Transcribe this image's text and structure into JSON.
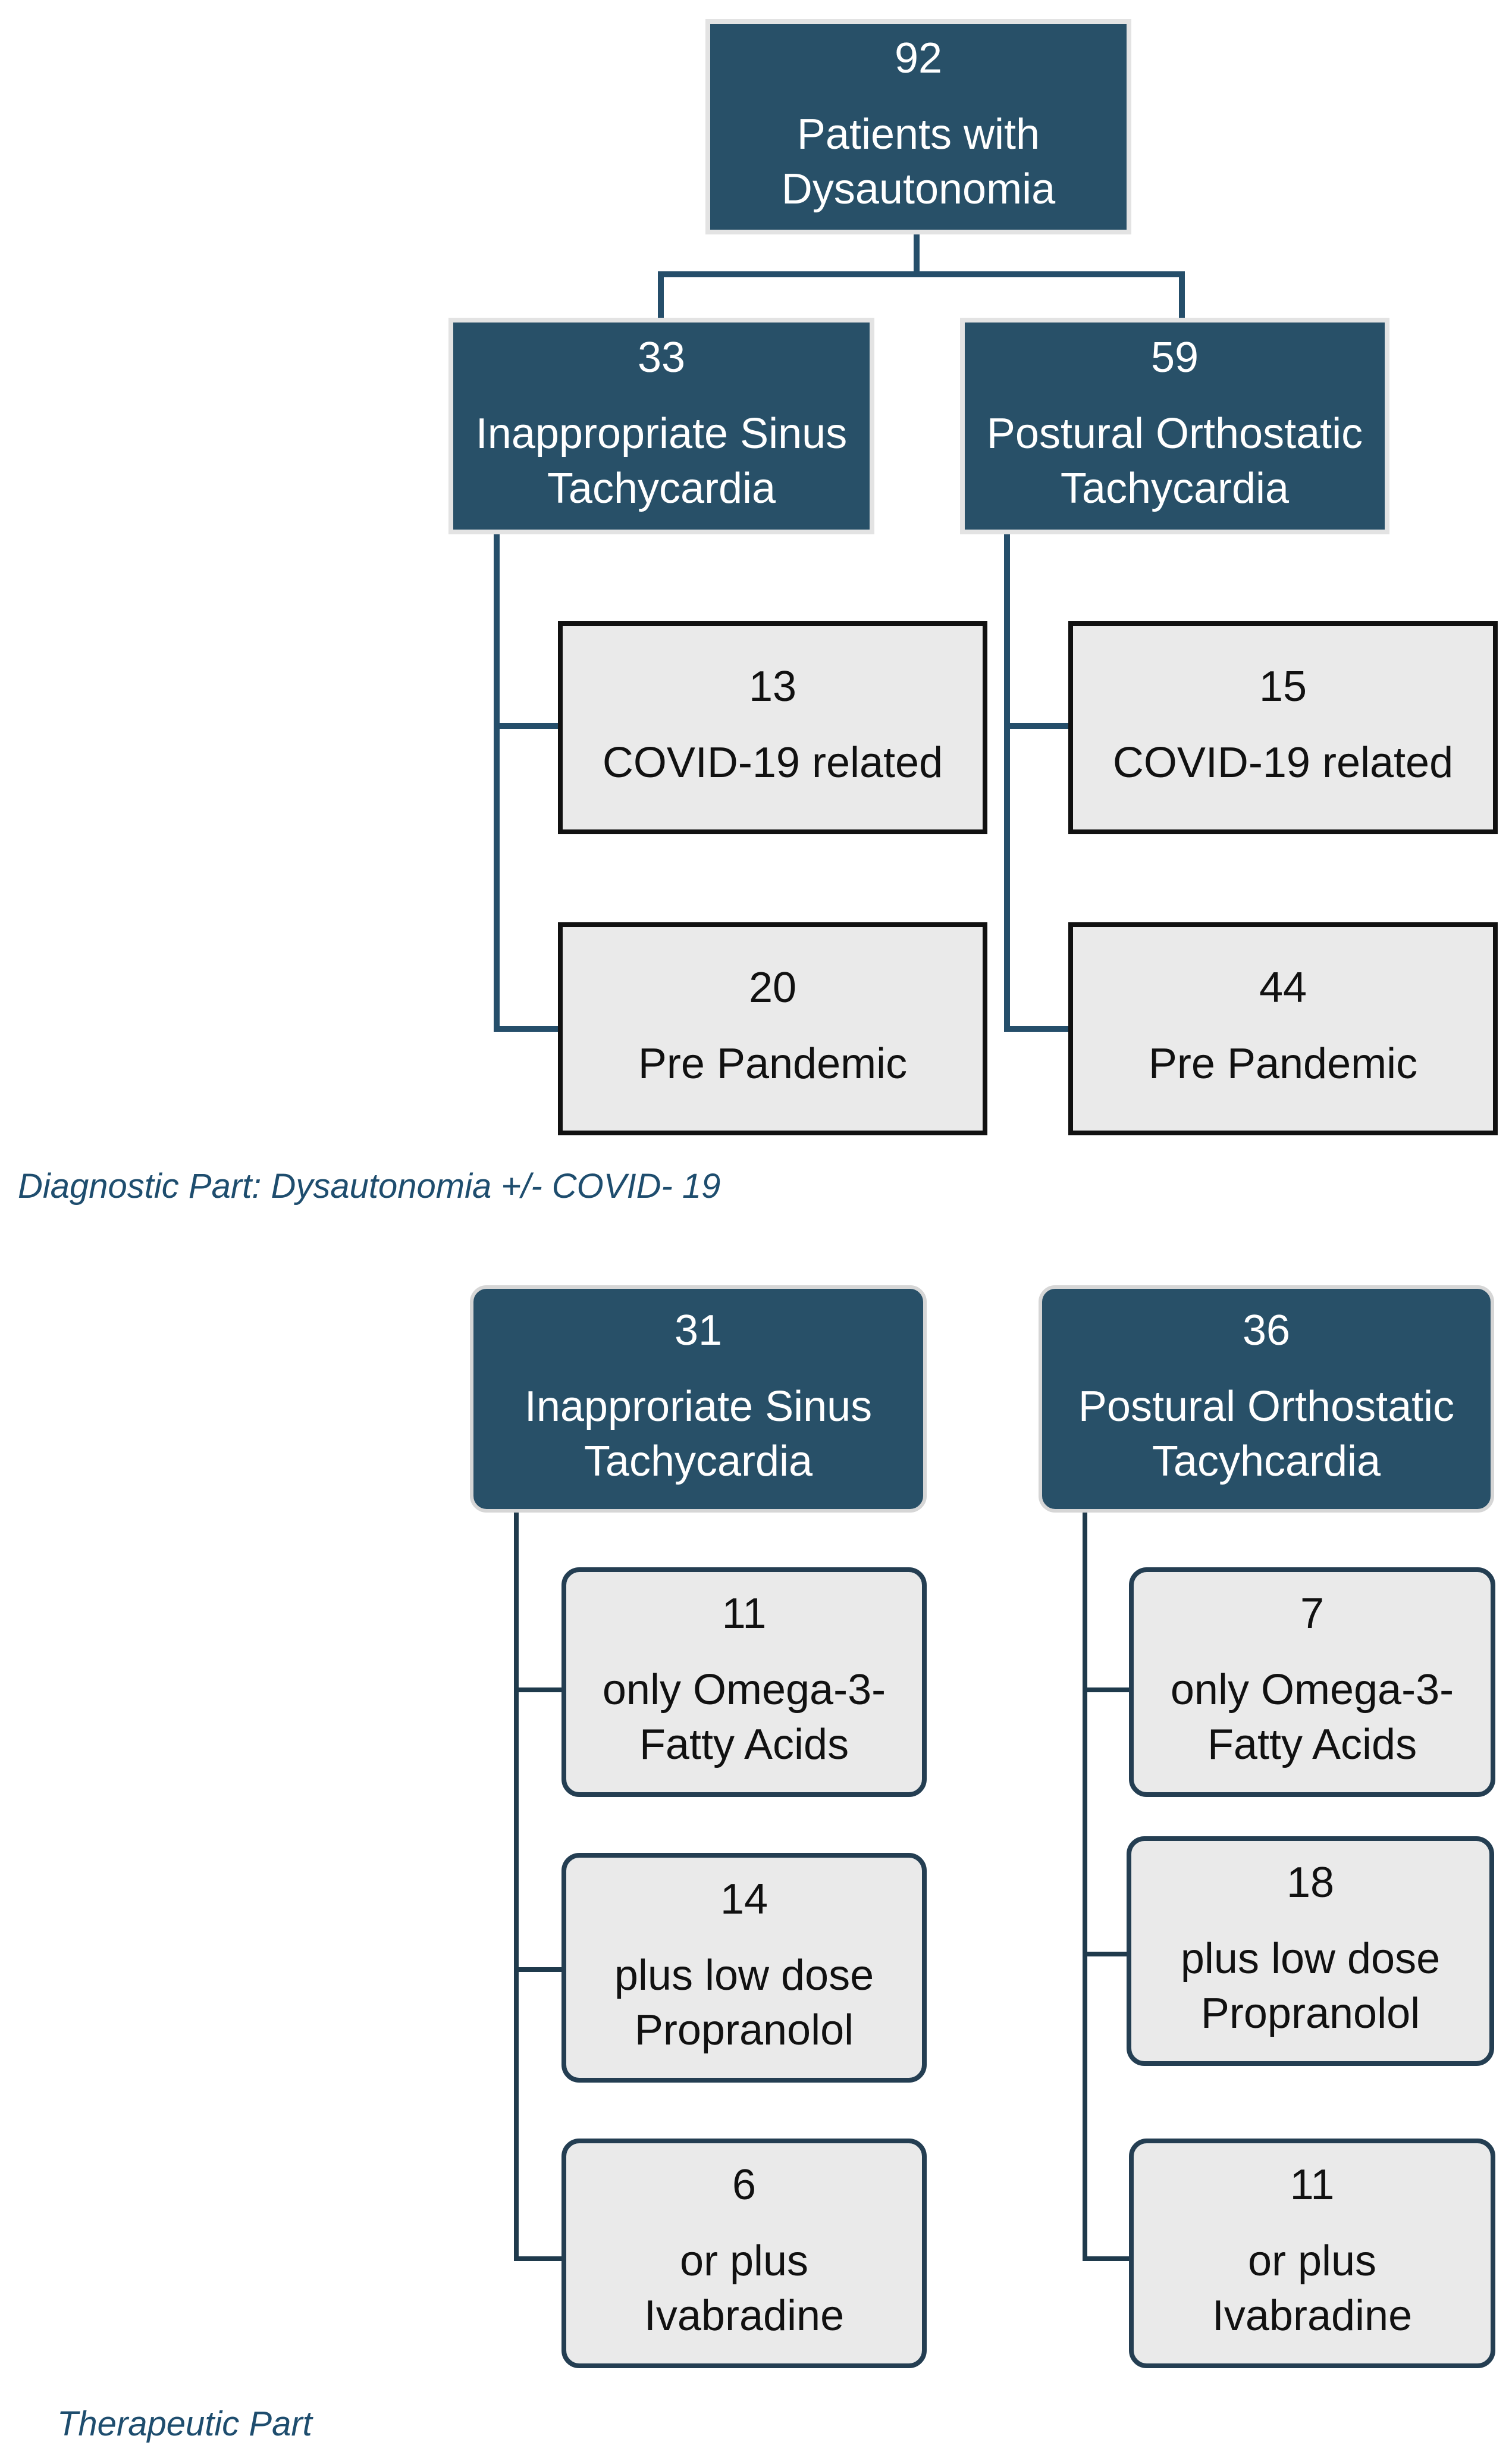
{
  "diagnostic": {
    "root": {
      "count": "92",
      "label": "Patients with Dysautonomia"
    },
    "ist": {
      "count": "33",
      "label": "Inappropriate Sinus Tachycardia"
    },
    "pots": {
      "count": "59",
      "label": "Postural Orthostatic Tachycardia"
    },
    "ist_covid": {
      "count": "13",
      "label": "COVID-19 related"
    },
    "ist_pre": {
      "count": "20",
      "label": "Pre Pandemic"
    },
    "pots_covid": {
      "count": "15",
      "label": "COVID-19 related"
    },
    "pots_pre": {
      "count": "44",
      "label": "Pre Pandemic"
    },
    "caption": "Diagnostic Part: Dysautonomia +/- COVID- 19"
  },
  "therapeutic": {
    "ist": {
      "count": "31",
      "label": "Inapproriate Sinus Tachycardia"
    },
    "pots": {
      "count": "36",
      "label": "Postural Orthostatic Tacyhcardia"
    },
    "ist_omega": {
      "count": "11",
      "label": "only Omega-3-Fatty Acids"
    },
    "ist_prop": {
      "count": "14",
      "label": "plus low dose Propranolol"
    },
    "ist_ivab": {
      "count": "6",
      "label": "or plus Ivabradine"
    },
    "pots_omega": {
      "count": "7",
      "label": "only Omega-3-Fatty Acids"
    },
    "pots_prop": {
      "count": "18",
      "label": "plus low dose Propranolol"
    },
    "pots_ivab": {
      "count": "11",
      "label": "or plus Ivabradine"
    },
    "caption": "Therapeutic Part"
  },
  "colors": {
    "dark_box": "#285068",
    "light_box": "#eaeaea",
    "connector": "#254e6a",
    "caption": "#1e4d6e"
  }
}
